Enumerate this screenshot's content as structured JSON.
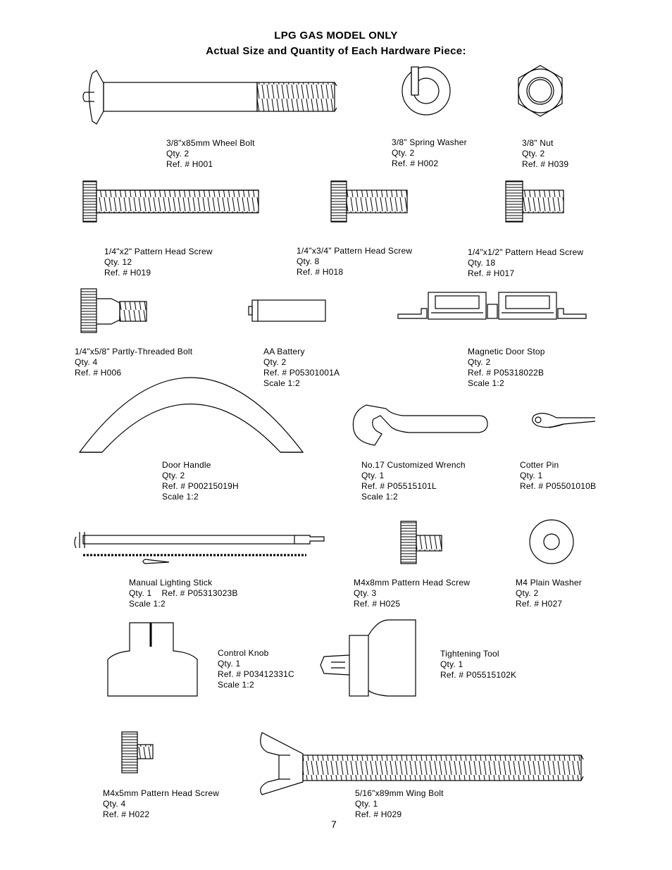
{
  "header": {
    "title": "LPG GAS MODEL ONLY",
    "subtitle": "Actual Size and Quantity of Each Hardware Piece:"
  },
  "items": [
    {
      "name": "3/8\"x85mm Wheel Bolt",
      "qty": "Qty. 2",
      "ref": "Ref. # H001"
    },
    {
      "name": "3/8\" Spring Washer",
      "qty": "Qty. 2",
      "ref": "Ref. # H002"
    },
    {
      "name": "3/8\" Nut",
      "qty": "Qty. 2",
      "ref": "Ref. # H039"
    },
    {
      "name": "1/4\"x2\" Pattern Head Screw",
      "qty": "Qty. 12",
      "ref": "Ref. # H019"
    },
    {
      "name": "1/4\"x3/4\" Pattern Head Screw",
      "qty": "Qty. 8",
      "ref": "Ref. # H018"
    },
    {
      "name": "1/4\"x1/2\" Pattern Head Screw",
      "qty": "Qty. 18",
      "ref": "Ref. # H017"
    },
    {
      "name": "1/4\"x5/8\" Partly-Threaded Bolt",
      "qty": "Qty. 4",
      "ref": "Ref. # H006"
    },
    {
      "name": "AA Battery",
      "qty": "Qty. 2",
      "ref": "Ref. # P05301001A",
      "scale": "Scale 1:2"
    },
    {
      "name": "Magnetic Door Stop",
      "qty": "Qty. 2",
      "ref": "Ref. # P05318022B",
      "scale": "Scale 1:2"
    },
    {
      "name": "Door Handle",
      "qty": "Qty. 2",
      "ref": "Ref. # P00215019H",
      "scale": "Scale 1:2"
    },
    {
      "name": "No.17 Customized Wrench",
      "qty": "Qty. 1",
      "ref": "Ref. # P05515101L",
      "scale": "Scale 1:2"
    },
    {
      "name": "Cotter Pin",
      "qty": "Qty. 1",
      "ref": "Ref. # P05501010B"
    },
    {
      "name": "Manual Lighting Stick",
      "qty": "Qty. 1",
      "ref": "Ref. # P05313023B",
      "scale": "Scale 1:2"
    },
    {
      "name": "M4x8mm Pattern Head Screw",
      "qty": "Qty. 3",
      "ref": "Ref. # H025"
    },
    {
      "name": "M4 Plain Washer",
      "qty": "Qty. 2",
      "ref": "Ref. # H027"
    },
    {
      "name": "Control Knob",
      "qty": "Qty. 1",
      "ref": "Ref. # P03412331C",
      "scale": "Scale 1:2"
    },
    {
      "name": "Tightening Tool",
      "qty": "Qty. 1",
      "ref": "Ref. # P05515102K"
    },
    {
      "name": "M4x5mm Pattern Head Screw",
      "qty": "Qty. 4",
      "ref": "Ref. # H022"
    },
    {
      "name": "5/16\"x89mm Wing Bolt",
      "qty": "Qty. 1",
      "ref": "Ref. # H029"
    }
  ],
  "page_number": "7"
}
